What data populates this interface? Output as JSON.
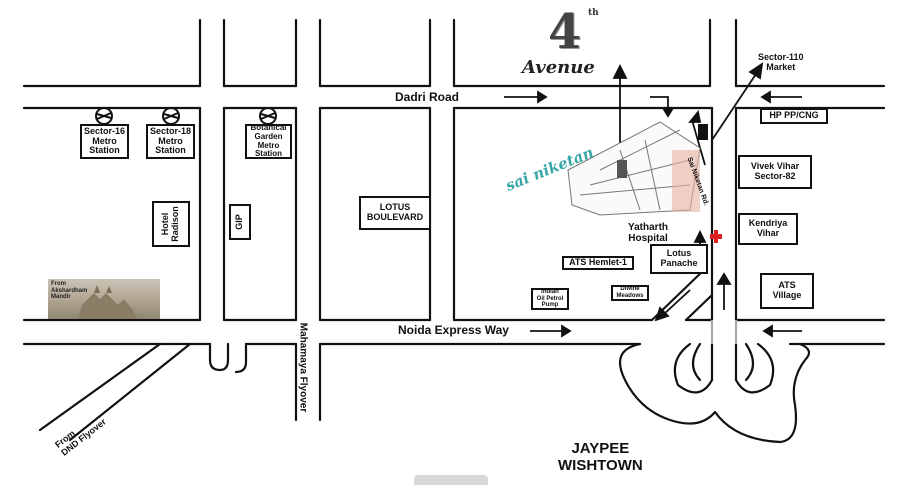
{
  "roads": {
    "dadri_road": "Dadri Road",
    "noida_expressway": "Noida Express Way",
    "mahamaya_flyover": "Mahamaya Flyover",
    "dnd_flyover": "From\nDND Flyover",
    "side_road": "Sai Niketan Rd."
  },
  "metro_stations": [
    {
      "label": "Sector-16\nMetro\nStation"
    },
    {
      "label": "Sector-18\nMetro\nStation"
    },
    {
      "label": "Botanical\nGarden\nMetro\nStation"
    }
  ],
  "landmarks": {
    "hotel_radison": "Hotel\nRadison",
    "gip": "GIP",
    "lotus_boulevard": "LOTUS\nBOULEVARD",
    "hp_pump": "HP PP/CNG",
    "vivek_vihar": "Vivek Vihar\nSector-82",
    "kendriya_vihar": "Kendriya\nVihar",
    "ats_village": "ATS\nVillage",
    "yatharth_hospital": "Yatharth\nHospital",
    "lotus_panache": "Lotus\nPanache",
    "ats_hemlet": "ATS Hemlet-1",
    "indian_oil": "Indian\nOil Petrol\nPump",
    "diwine_meadows": "Diwine\nMeadows",
    "sector110": "Sector-110\nMarket",
    "jaypee": "JAYPEE\nWISHTOWN",
    "akshardham": "From\nAkshardham\nMandir"
  },
  "project": {
    "brand": "sai niketan",
    "avenue_number": "4",
    "avenue_suffix": "th",
    "avenue_word": "Avenue"
  },
  "colors": {
    "road": "#111111",
    "brand": "#3aa7a7",
    "hospital_cross": "#e02020",
    "site_plot": "#e8b0a0"
  }
}
